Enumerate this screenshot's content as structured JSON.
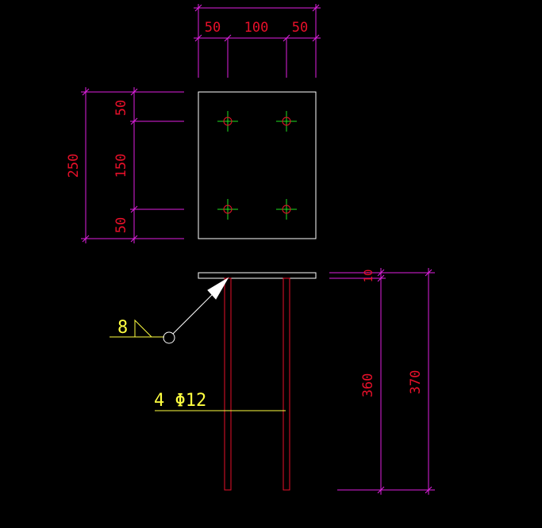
{
  "colors": {
    "background": "#000000",
    "dimension": "#e020e0",
    "dimension_text": "#e8102a",
    "outline": "#ffffff",
    "rebar": "#e8102a",
    "callout": "#ffff40",
    "bolt_cross": "#20e020"
  },
  "dimensions": {
    "top": {
      "left": "50",
      "middle": "100",
      "right": "50"
    },
    "side": {
      "total": "250",
      "top": "50",
      "middle": "150",
      "bottom": "50"
    },
    "height": {
      "plate": "10",
      "anchor": "360",
      "total": "370"
    }
  },
  "weld": {
    "size": "8"
  },
  "rebar": {
    "label": "4 Φ12"
  }
}
